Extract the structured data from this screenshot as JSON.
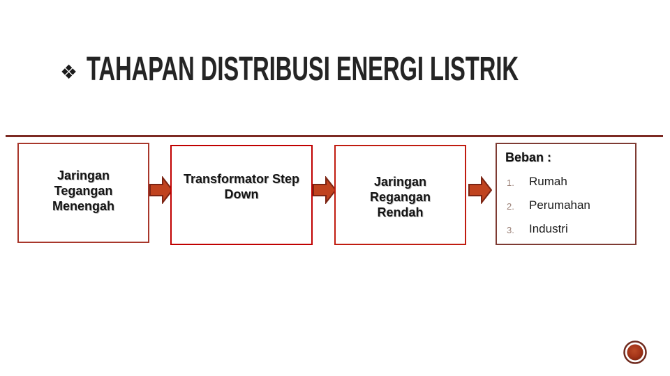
{
  "slide": {
    "bullet_glyph": "❖",
    "title": "TAHAPAN DISTRIBUSI ENERGI LISTRIK"
  },
  "flow_boxes": [
    {
      "label": "Jaringan\nTegangan\nMenengah"
    },
    {
      "label": "Transformator Step\nDown"
    },
    {
      "label": "Jaringan\nRegangan\nRendah"
    }
  ],
  "beban_box": {
    "heading": "Beban :",
    "items": [
      {
        "num": "1.",
        "label": "Rumah"
      },
      {
        "num": "2.",
        "label": "Perumahan"
      },
      {
        "num": "3.",
        "label": "Industri"
      }
    ]
  },
  "colors": {
    "box1_border": "#a8372b",
    "box2_border": "#c00000",
    "box3_border": "#c01c10",
    "beban_border": "#7e3b33",
    "arrow_fill": "#c0431f",
    "arrow_outline": "#7c2413",
    "divider": "#7c2a23",
    "title_text": "#242424",
    "list_number": "#9b8076",
    "circle_ring": "#6f2a1e",
    "circle_fill": "#a43418"
  }
}
